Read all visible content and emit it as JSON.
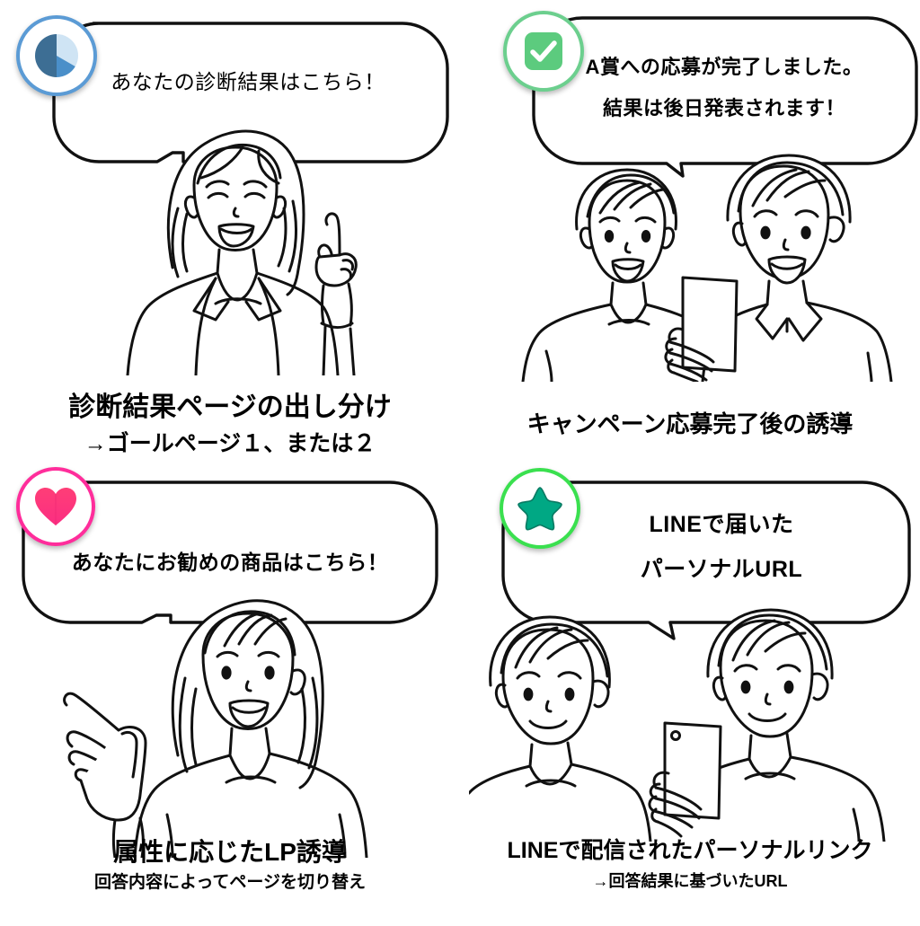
{
  "page": {
    "background": "#ffffff",
    "layout": "2x2 illustration grid",
    "line_color": "#111111"
  },
  "panels": [
    {
      "id": "panel-diagnosis",
      "badge": {
        "icon": "pie-chart-icon",
        "ring_color": "#5b9bd5",
        "segment_colors": [
          "#3d6e94",
          "#cfe4f4",
          "#4a8fc9"
        ]
      },
      "bubble": {
        "lines": [
          "あなたの診断結果はこちら！"
        ]
      },
      "illustration": "woman-in-blazer-pointing-up",
      "caption_main": "診断結果ページの出し分け",
      "caption_sub": "→ゴールページ１、または２"
    },
    {
      "id": "panel-campaign",
      "badge": {
        "icon": "check-square-icon",
        "ring_color": "#6ccf8e",
        "fill_color": "#5ccb7e"
      },
      "bubble": {
        "lines": [
          "A賞への応募が完了しました。",
          "結果は後日発表されます！"
        ]
      },
      "illustration": "two-men-with-smartphone-smiling",
      "caption_main": "キャンペーン応募完了後の誘導",
      "caption_sub": ""
    },
    {
      "id": "panel-recommend",
      "badge": {
        "icon": "heart-icon",
        "ring_color": "#ff2d9b",
        "fill_color": "#fb3e6e"
      },
      "bubble": {
        "lines": [
          "あなたにお勧めの商品はこちら！"
        ]
      },
      "illustration": "woman-pointing-left",
      "caption_main": "属性に応じたLP誘導",
      "caption_sub": "回答内容によってページを切り替え"
    },
    {
      "id": "panel-line",
      "badge": {
        "icon": "star-icon",
        "ring_color": "#3ae04f",
        "fill_color": "#00a884"
      },
      "bubble": {
        "lines": [
          "LINEで届いた",
          "パーソナルURL"
        ]
      },
      "illustration": "two-people-with-smartphone",
      "caption_main": "LINEで配信されたパーソナルリンク",
      "caption_sub": "→回答結果に基づいたURL"
    }
  ]
}
